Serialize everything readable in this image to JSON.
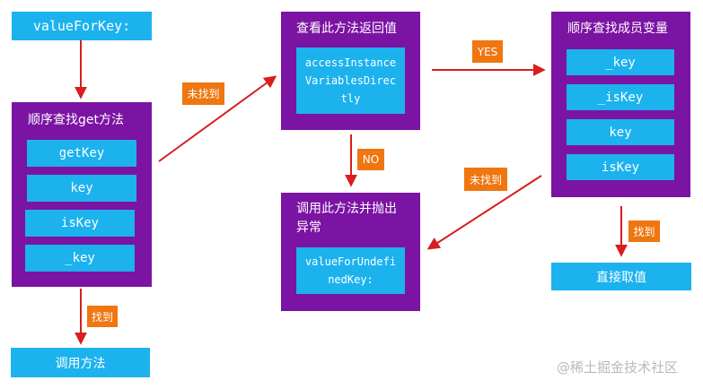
{
  "start": {
    "label": "valueForKey:"
  },
  "get_method": {
    "title": "顺序查找get方法",
    "items": [
      "getKey",
      "key",
      "isKey",
      "_key"
    ]
  },
  "found_left": "找到",
  "call_method": "调用方法",
  "not_found_top": "未找到",
  "check": {
    "title": "查看此方法返回值",
    "inner": "accessInstance\nVariablesDirec\ntly"
  },
  "yes": "YES",
  "no": "NO",
  "members": {
    "title": "顺序查找成员变量",
    "items": [
      "_key",
      "_isKey",
      "key",
      "isKey"
    ]
  },
  "not_found_right": "未找到",
  "found_right": "找到",
  "direct_value": "直接取值",
  "exception": {
    "title": "调用此方法并抛出\n异常",
    "inner": "valueForUndefi\nnedKey:"
  },
  "watermark": "@稀土掘金技术社区",
  "colors": {
    "cyan": "#1bb2ee",
    "purple": "#7b13a3",
    "orange": "#ef7610",
    "arrow_red": "#d81e1e"
  }
}
